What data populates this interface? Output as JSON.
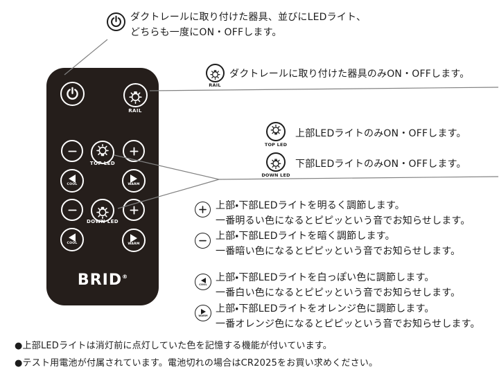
{
  "colors": {
    "background": "#ffffff",
    "remote_body": "#251e1b",
    "button_stroke": "#ffffff",
    "text": "#1d1d1d",
    "connector_line": "#818181"
  },
  "icons": {
    "power": "power-icon",
    "rail": "bulb-down-icon",
    "top_led": "bulb-up-icon",
    "down_led": "bulb-down-icon",
    "plus": "plus-icon",
    "minus": "minus-icon",
    "cool": "triangle-left-icon",
    "warm": "triangle-right-icon"
  },
  "remote": {
    "brand": "BRID",
    "brand_mark": "®",
    "buttons": {
      "rail": {
        "label": "RAIL"
      },
      "top_led": {
        "label": "TOP LED"
      },
      "down_led": {
        "label": "DOWN LED"
      },
      "cool": {
        "label": "COOL"
      },
      "warm": {
        "label": "WARM"
      }
    }
  },
  "annotations": [
    {
      "id": "power",
      "lines": [
        "ダクトレールに取り付けた器具、並びにLEDライト、",
        "どちらも一度にON・OFFします。"
      ]
    },
    {
      "id": "rail",
      "label": "RAIL",
      "lines": [
        "ダクトレールに取り付けた器具のみON・OFFします。"
      ]
    },
    {
      "id": "top-led",
      "label": "TOP LED",
      "lines": [
        "上部LEDライトのみON・OFFします。"
      ]
    },
    {
      "id": "down-led",
      "label": "DOWN LED",
      "lines": [
        "下部LEDライトのみON・OFFします。"
      ]
    },
    {
      "id": "brighten",
      "lines": [
        "上部・下部LEDライトを明るく調節します。",
        "一番明るい色になるとピピッという音でお知らせします。"
      ]
    },
    {
      "id": "dim",
      "lines": [
        "上部・下部LEDライトを暗く調節します。",
        "一番暗い色になるとピピッという音でお知らせします。"
      ]
    },
    {
      "id": "cool",
      "label": "COOL",
      "lines": [
        "上部・下部LEDライトを白っぽい色に調節します。",
        "一番白い色になるとピピッという音でお知らせします。"
      ]
    },
    {
      "id": "warm",
      "label": "WARM",
      "lines": [
        "上部・下部LEDライトをオレンジ色に調節します。",
        "一番オレンジ色になるとピピッという音でお知らせします。"
      ]
    }
  ],
  "notes": [
    "●上部LEDライトは消灯前に点灯していた色を記憶する機能が付いています。",
    "●テスト用電池が付属されています。電池切れの場合はCR2025をお買い求めください。"
  ]
}
